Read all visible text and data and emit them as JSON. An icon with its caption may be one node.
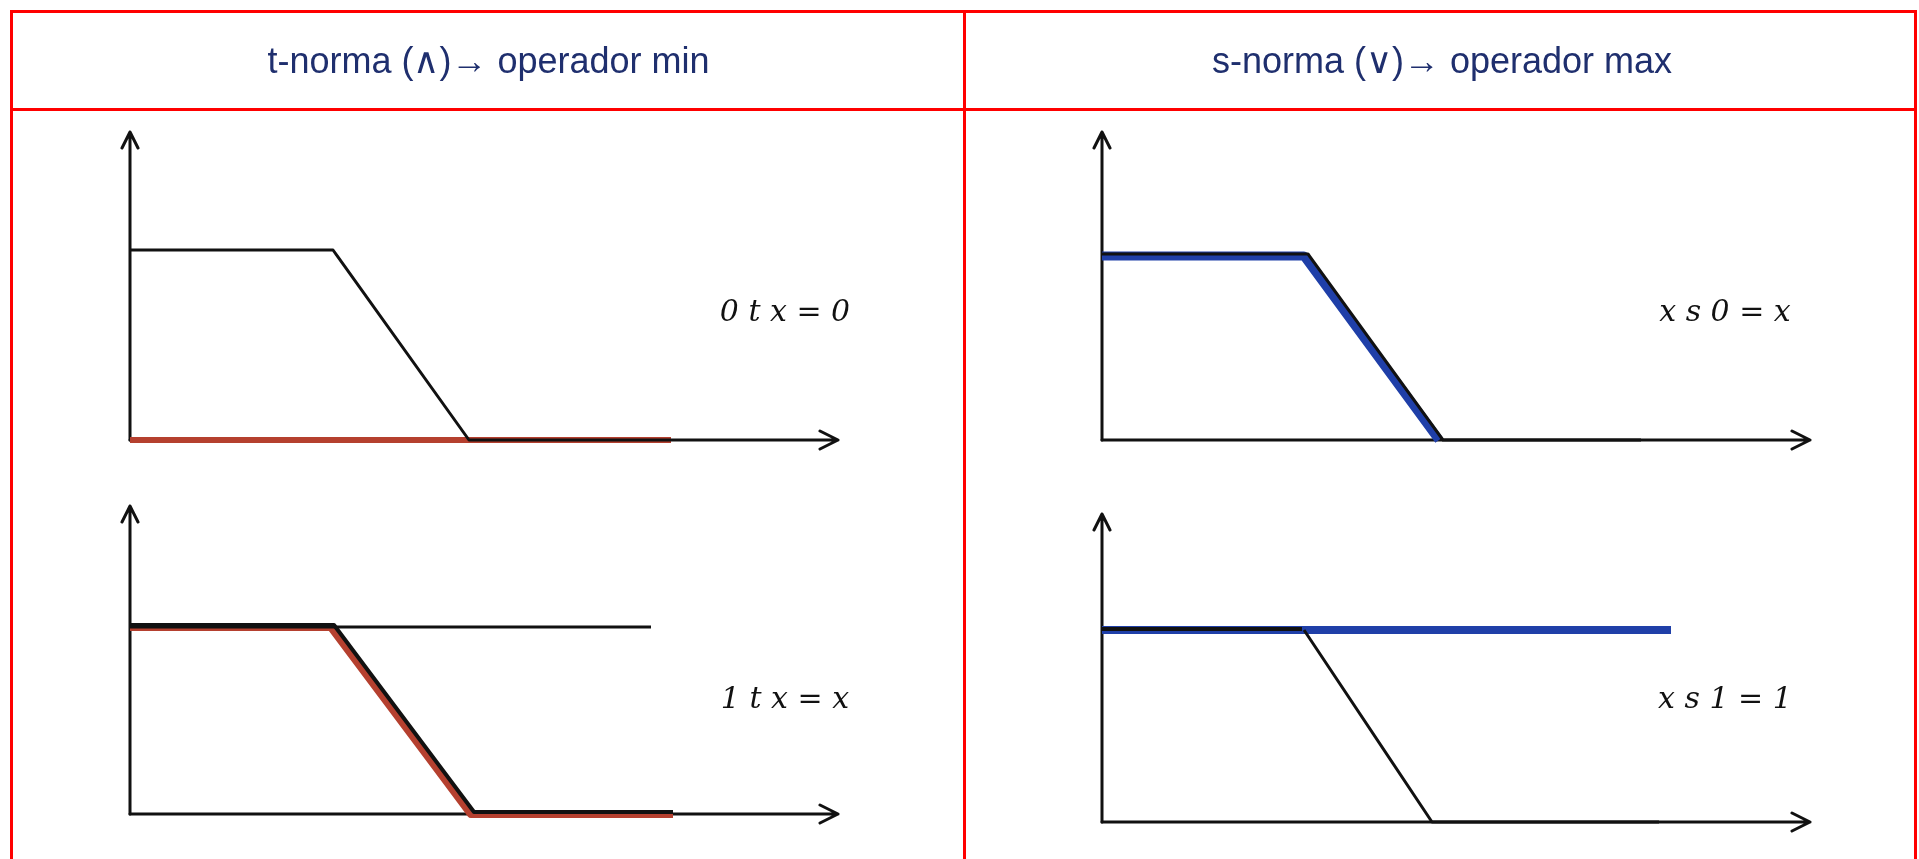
{
  "diagram": {
    "labels": [
      "t-norma (∧)→ operador min",
      "s-norma (∨)→ operador max",
      "0 t x = 0",
      "x s 0 = x",
      "1 t x = x",
      "x s 1 = 1"
    ]
  }
}
